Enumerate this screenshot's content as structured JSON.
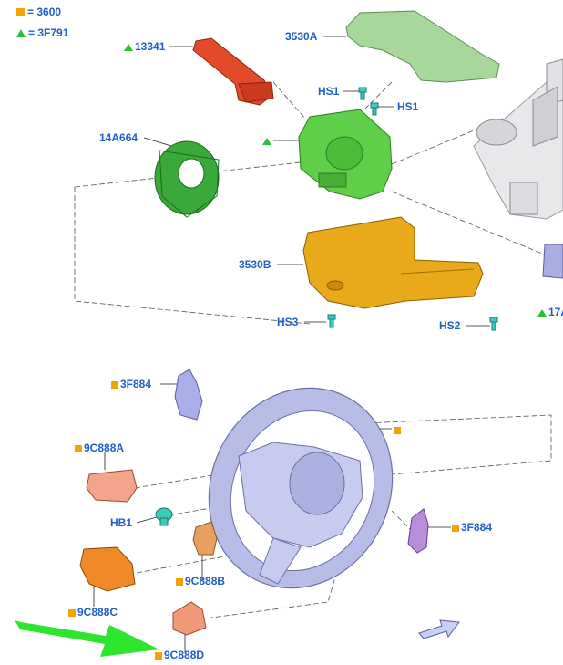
{
  "legend": {
    "square_label": "= 3600",
    "triangle_label": "= 3F791"
  },
  "colors": {
    "label_blue": "#1f5fc8",
    "square_marker": "#f0a500",
    "triangle_marker": "#2bbf3a",
    "highlight_border": "#e01818",
    "pointer_arrow": "#2ee52e"
  },
  "callouts": {
    "c13341": "13341",
    "c3530A": "3530A",
    "cHS1a": "HS1",
    "cHS1b": "HS1",
    "c14A664": "14A664",
    "c3530B": "3530B",
    "cHS3": "HS3",
    "cHS2": "HS2",
    "c17A": "17A",
    "c3F884a": "3F884",
    "c9C888A": "9C888A",
    "cHB1": "HB1",
    "c3F884b": "3F884",
    "c9C888B": "9C888B",
    "c9C888C": "9C888C",
    "c9C888D": "9C888D"
  }
}
